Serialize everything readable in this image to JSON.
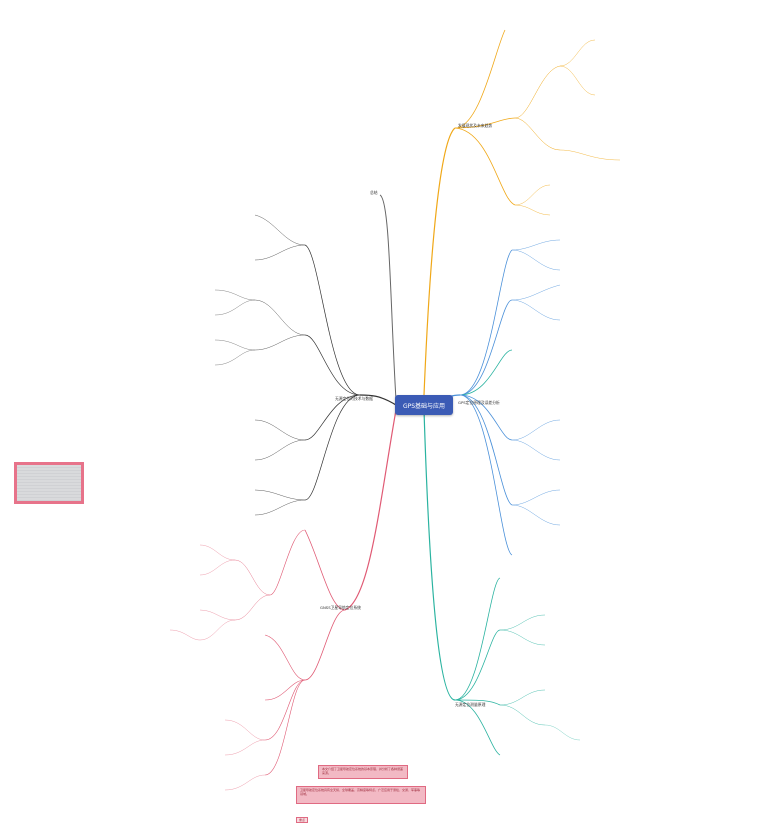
{
  "central_topic": "GPS基础与应用",
  "colors": {
    "central": "#3b5bb5",
    "branch_top": "#f0a818",
    "branch_mid": "#4a90d9",
    "branch_bottom": "#2ab3a0",
    "branch_left_top": "#666666",
    "branch_left_bottom": "#e05a74",
    "note_bg": "#f2b9c4"
  },
  "branches": {
    "top_right": "发展现状及未来趋势",
    "mid_right": "GPS定位原理及误差分析",
    "bottom_right": "无源定位测量原理",
    "left_top_small": "总结",
    "left_mid": "无源定位的技术与数据",
    "left_bottom": "GNSS卫星导航定位系统"
  },
  "notes": {
    "note1": "本文介绍了卫星导航定位系统的基本原理，并分析了各种误差来源。",
    "note2": "卫星导航定位系统具有全天候、全球覆盖、高精度等特点，广泛应用于测绘、交通、军事等领域。",
    "tag": "重点"
  },
  "scan_image": "scanned-document-thumbnail"
}
